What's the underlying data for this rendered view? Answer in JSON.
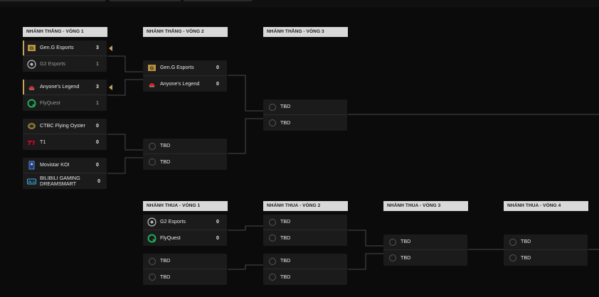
{
  "colors": {
    "background": "#0b0b0b",
    "card": "#1b1b1b",
    "label_bg": "#d9d9d9",
    "winner_accent": "#c7a25a",
    "connector": "#4a4a4a"
  },
  "headers": {
    "upper_r1": "NHÁNH THẮNG - VÒNG 1",
    "upper_r2": "NHÁNH THẮNG - VÒNG 2",
    "upper_r3": "NHÁNH THẮNG - VÒNG 3",
    "lower_r1": "NHÁNH THUA - VÒNG 1",
    "lower_r2": "NHÁNH THUA - VÒNG 2",
    "lower_r3": "NHÁNH THUA - VÒNG 3",
    "lower_r4": "NHÁNH THUA - VÒNG 4"
  },
  "matches": {
    "ur1_m1": {
      "top": {
        "team": "Gen.G Esports",
        "score": "3",
        "logo": "geng-logo"
      },
      "bottom": {
        "team": "G2 Esports",
        "score": "1",
        "logo": "g2-logo"
      }
    },
    "ur1_m2": {
      "top": {
        "team": "Anyone's Legend",
        "score": "3",
        "logo": "al-logo"
      },
      "bottom": {
        "team": "FlyQuest",
        "score": "1",
        "logo": "flyquest-logo"
      }
    },
    "ur1_m3": {
      "top": {
        "team": "CTBC Flying Oyster",
        "score": "0",
        "logo": "cfo-logo"
      },
      "bottom": {
        "team": "T1",
        "score": "0",
        "logo": "t1-logo"
      }
    },
    "ur1_m4": {
      "top": {
        "team": "Movistar KOI",
        "score": "0",
        "logo": "koi-logo"
      },
      "bottom": {
        "team": "BILIBILI GAMING DREAMSMART",
        "score": "0",
        "logo": "blg-logo"
      }
    },
    "ur2_m1": {
      "top": {
        "team": "Gen.G Esports",
        "score": "0",
        "logo": "geng-logo"
      },
      "bottom": {
        "team": "Anyone's Legend",
        "score": "0",
        "logo": "al-logo"
      }
    },
    "ur2_m2": {
      "top": {
        "team": "TBD"
      },
      "bottom": {
        "team": "TBD"
      }
    },
    "ur3_m1": {
      "top": {
        "team": "TBD"
      },
      "bottom": {
        "team": "TBD"
      }
    },
    "lr1_m1": {
      "top": {
        "team": "G2 Esports",
        "score": "0",
        "logo": "g2-logo"
      },
      "bottom": {
        "team": "FlyQuest",
        "score": "0",
        "logo": "flyquest-logo"
      }
    },
    "lr1_m2": {
      "top": {
        "team": "TBD"
      },
      "bottom": {
        "team": "TBD"
      }
    },
    "lr2_m1": {
      "top": {
        "team": "TBD"
      },
      "bottom": {
        "team": "TBD"
      }
    },
    "lr2_m2": {
      "top": {
        "team": "TBD"
      },
      "bottom": {
        "team": "TBD"
      }
    },
    "lr3_m1": {
      "top": {
        "team": "TBD"
      },
      "bottom": {
        "team": "TBD"
      }
    },
    "lr4_m1": {
      "top": {
        "team": "TBD"
      },
      "bottom": {
        "team": "TBD"
      }
    }
  }
}
